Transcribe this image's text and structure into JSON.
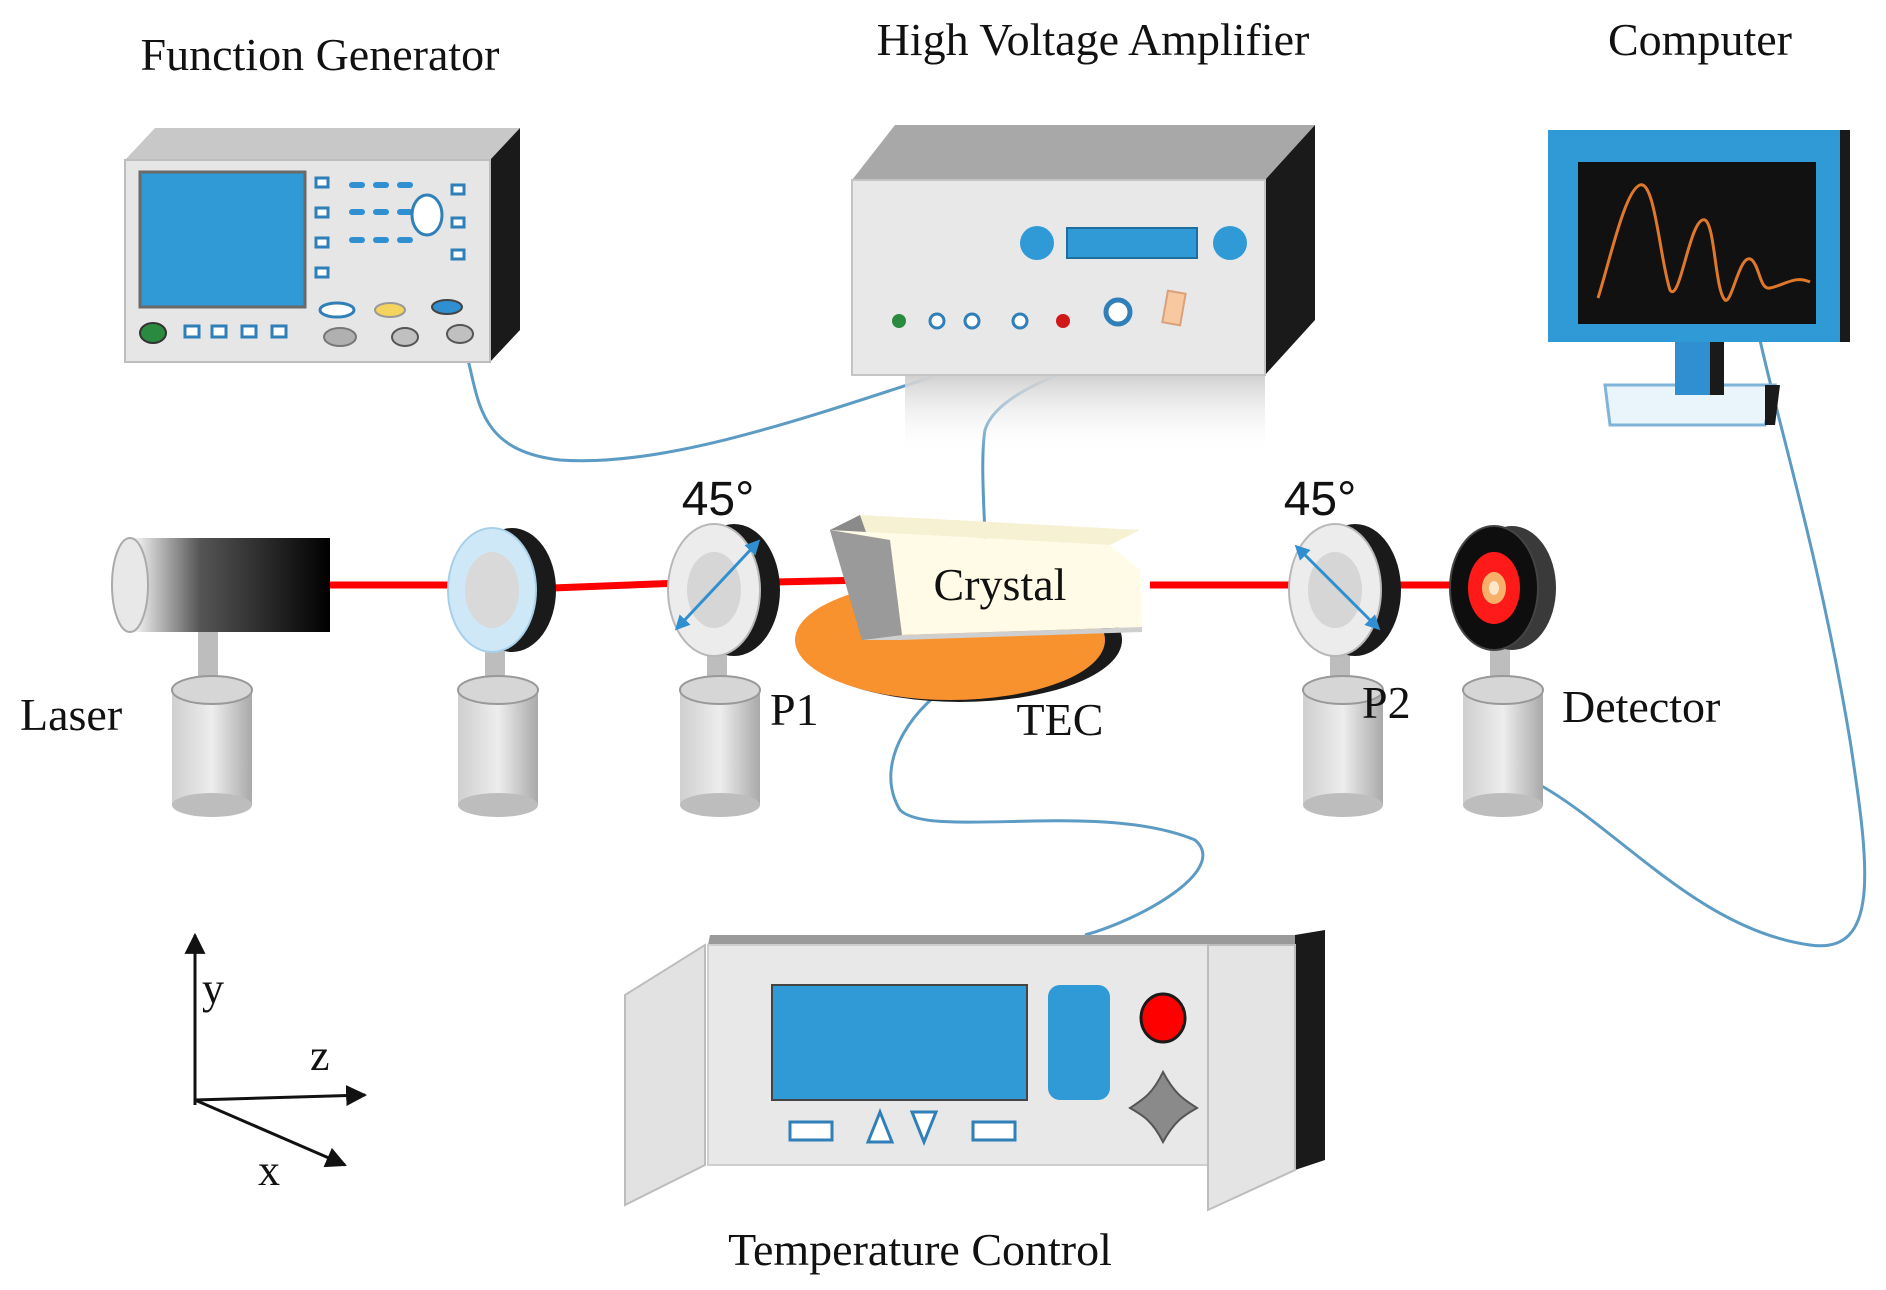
{
  "labels": {
    "function_generator": "Function Generator",
    "high_voltage_amplifier": "High Voltage Amplifier",
    "computer": "Computer",
    "laser": "Laser",
    "p1": "P1",
    "p2": "P2",
    "crystal": "Crystal",
    "tec": "TEC",
    "detector": "Detector",
    "temperature_control": "Temperature Control",
    "angle_p1": "45°",
    "angle_p2": "45°"
  },
  "axes": {
    "x": "x",
    "y": "y",
    "z": "z"
  },
  "colors": {
    "laser_beam": "#ff0000",
    "screen_blue": "#2f9ad6",
    "cable": "#5b9bc4",
    "tec_orange": "#f7922e",
    "waveform": "#e0782a",
    "panel_gray": "#e4e4e4",
    "dark_side": "#1a1a1a"
  }
}
